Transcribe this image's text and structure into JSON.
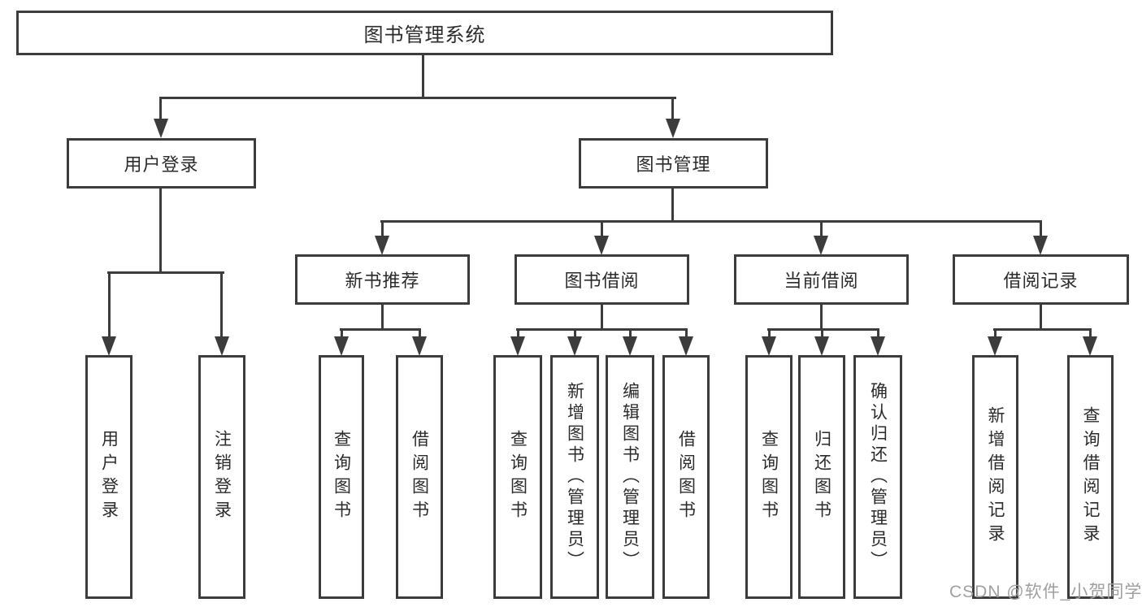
{
  "nodes": {
    "root": "图书管理系统",
    "user_login": "用户登录",
    "book_management": "图书管理",
    "new_book_recommend": "新书推荐",
    "book_borrowing": "图书借阅",
    "current_borrowing": "当前借阅",
    "borrowing_records": "借阅记录",
    "leaf_user_login": "用户登录",
    "leaf_logout": "注销登录",
    "leaf_nb_query_books": "查询图书",
    "leaf_nb_borrow_books": "借阅图书",
    "leaf_bb_query_books": "查询图书",
    "leaf_bb_add_books": "新增图书（管理员）",
    "leaf_bb_edit_books": "编辑图书（管理员）",
    "leaf_bb_borrow_books": "借阅图书",
    "leaf_cb_query_books": "查询图书",
    "leaf_cb_return_books": "归还图书",
    "leaf_cb_confirm_return": "确认归还（管理员）",
    "leaf_br_add_record": "新增借阅记录",
    "leaf_br_query_record": "查询借阅记录"
  },
  "watermark": "CSDN @软件_小贺同学",
  "colors": {
    "line": "#3c3c3c",
    "box_border": "#3c3c3c",
    "box_background": "#ffffff",
    "text": "#2b2b2b",
    "watermark": "#9f9f9f"
  }
}
